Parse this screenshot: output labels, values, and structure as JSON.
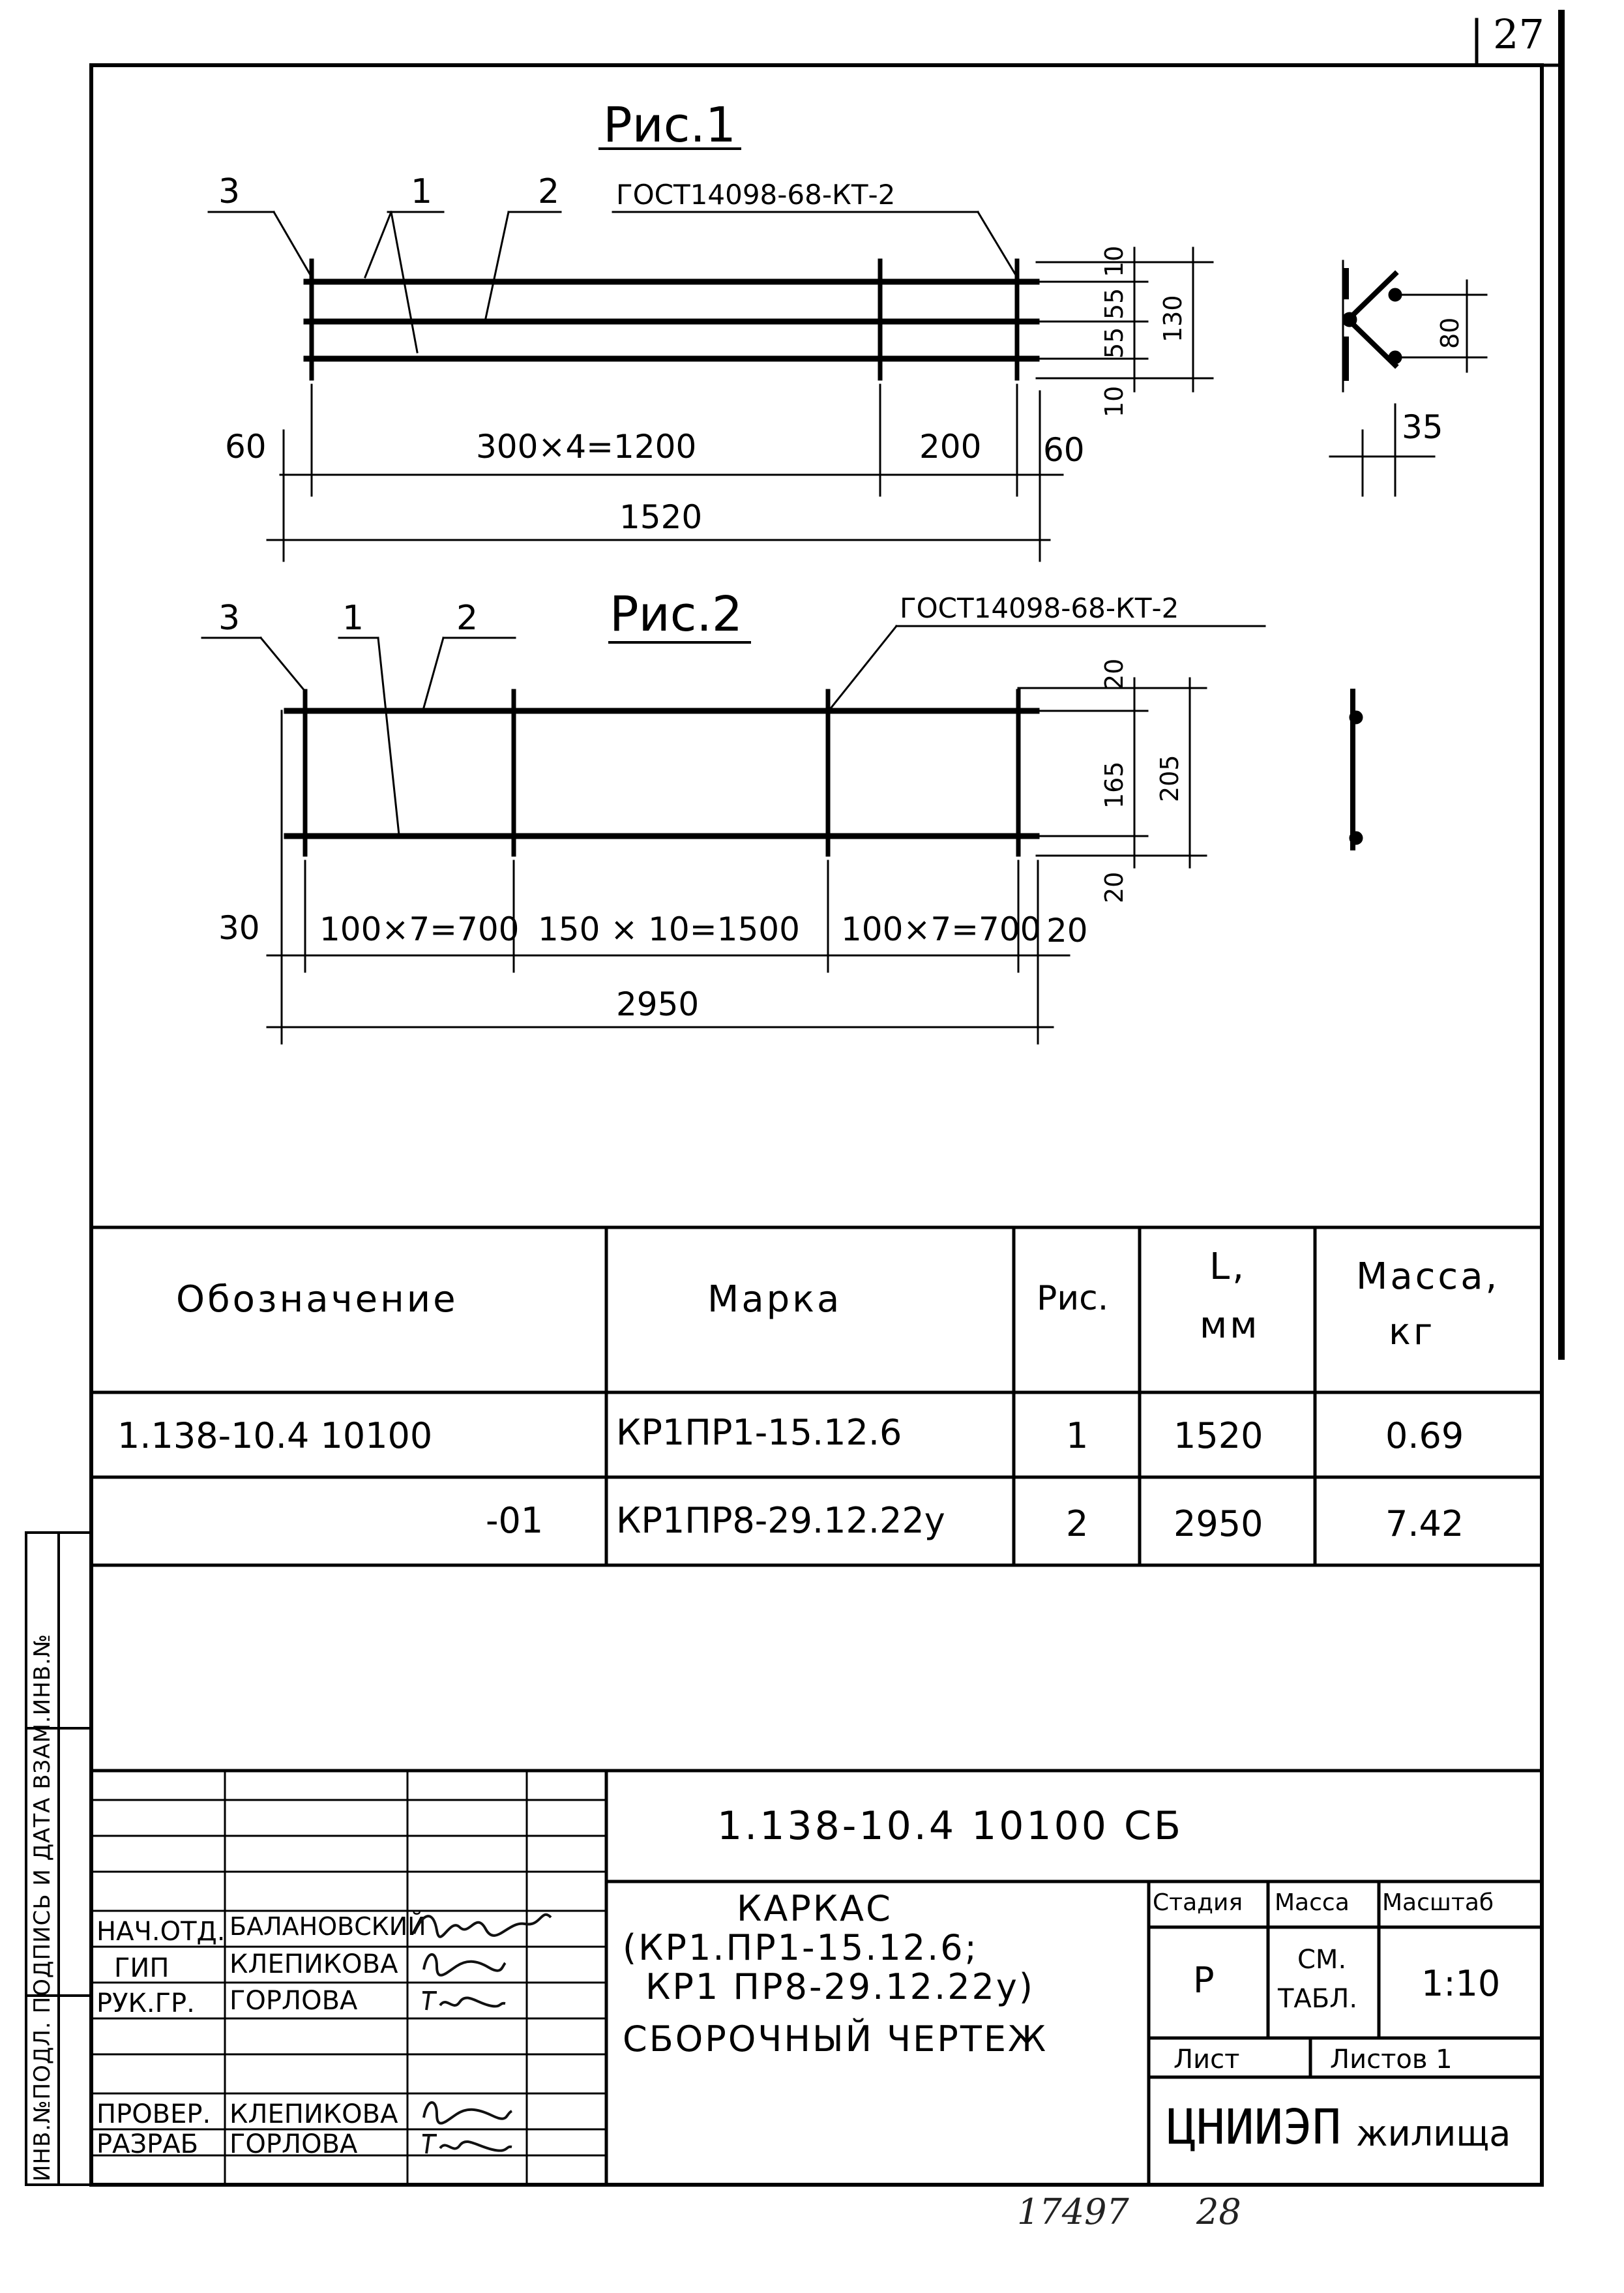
{
  "sheet_number": "27",
  "fig1": {
    "title": "Рис.1",
    "callouts": [
      "3",
      "1",
      "2"
    ],
    "gost": "ГОСТ14098-68-КТ-2",
    "dims": {
      "left_offset": "60",
      "spacing": "300×4=1200",
      "last_span": "200",
      "right_offset": "60",
      "total": "1520",
      "v_top": "10",
      "v_mid1": "55",
      "v_mid2": "55",
      "v_bottom": "10",
      "v_total": "130",
      "side_height": "80",
      "side_width": "35"
    }
  },
  "fig2": {
    "title": "Рис.2",
    "callouts": [
      "3",
      "1",
      "2"
    ],
    "gost": "ГОСТ14098-68-КТ-2",
    "dims": {
      "left_offset": "30",
      "span1": "100×7=700",
      "span2": "150 × 10=1500",
      "span3": "100×7=700",
      "right_offset": "20",
      "total": "2950",
      "v_top": "20",
      "v_mid": "165",
      "v_bottom": "20",
      "v_total": "205"
    }
  },
  "table": {
    "headers": {
      "designation": "Обозначение",
      "mark": "Марка",
      "fig": "Рис.",
      "length_sym": "L,",
      "length_unit": "мм",
      "mass": "Масса,",
      "mass_unit": "кг"
    },
    "rows": [
      {
        "designation": "1.138-10.4  10100",
        "mark": "КР1ПР1-15.12.6",
        "fig": "1",
        "length": "1520",
        "mass": "0.69"
      },
      {
        "designation": "-01",
        "mark": "КР1ПР8-29.12.22у",
        "fig": "2",
        "length": "2950",
        "mass": "7.42"
      }
    ]
  },
  "title_block": {
    "doc_code": "1.138-10.4  10100 СБ",
    "title_line1": "КАРКАС",
    "title_line2": "(КР1.ПР1-15.12.6;",
    "title_line3": "КР1 ПР8-29.12.22у)",
    "title_line4": "СБОРОЧНЫЙ ЧЕРТЕЖ",
    "stage_label": "Стадия",
    "mass_label": "Масса",
    "scale_label": "Масштаб",
    "stage_value": "Р",
    "mass_value_1": "СМ.",
    "mass_value_2": "ТАБЛ.",
    "scale_value": "1:10",
    "sheet_label": "Лист",
    "sheets_label": "Листов 1",
    "org": "ЦНИИЭП",
    "org_suffix": "жилища",
    "people": [
      {
        "role": "НАЧ.ОТД.",
        "name": "БАЛАНОВСКИЙ"
      },
      {
        "role": "ГИП",
        "name": "КЛЕПИКОВА"
      },
      {
        "role": "РУК.ГР.",
        "name": "ГОРЛОВА"
      },
      {
        "role": "ПРОВЕР.",
        "name": "КЛЕПИКОВА"
      },
      {
        "role": "РАЗРАБ",
        "name": "ГОРЛОВА"
      }
    ]
  },
  "side_stamp": "ИНВ.№ПОДЛ.  ПОДПИСЬ И ДАТА  ВЗАМ.ИНВ.№",
  "footer": {
    "number": "17497",
    "page": "28"
  }
}
